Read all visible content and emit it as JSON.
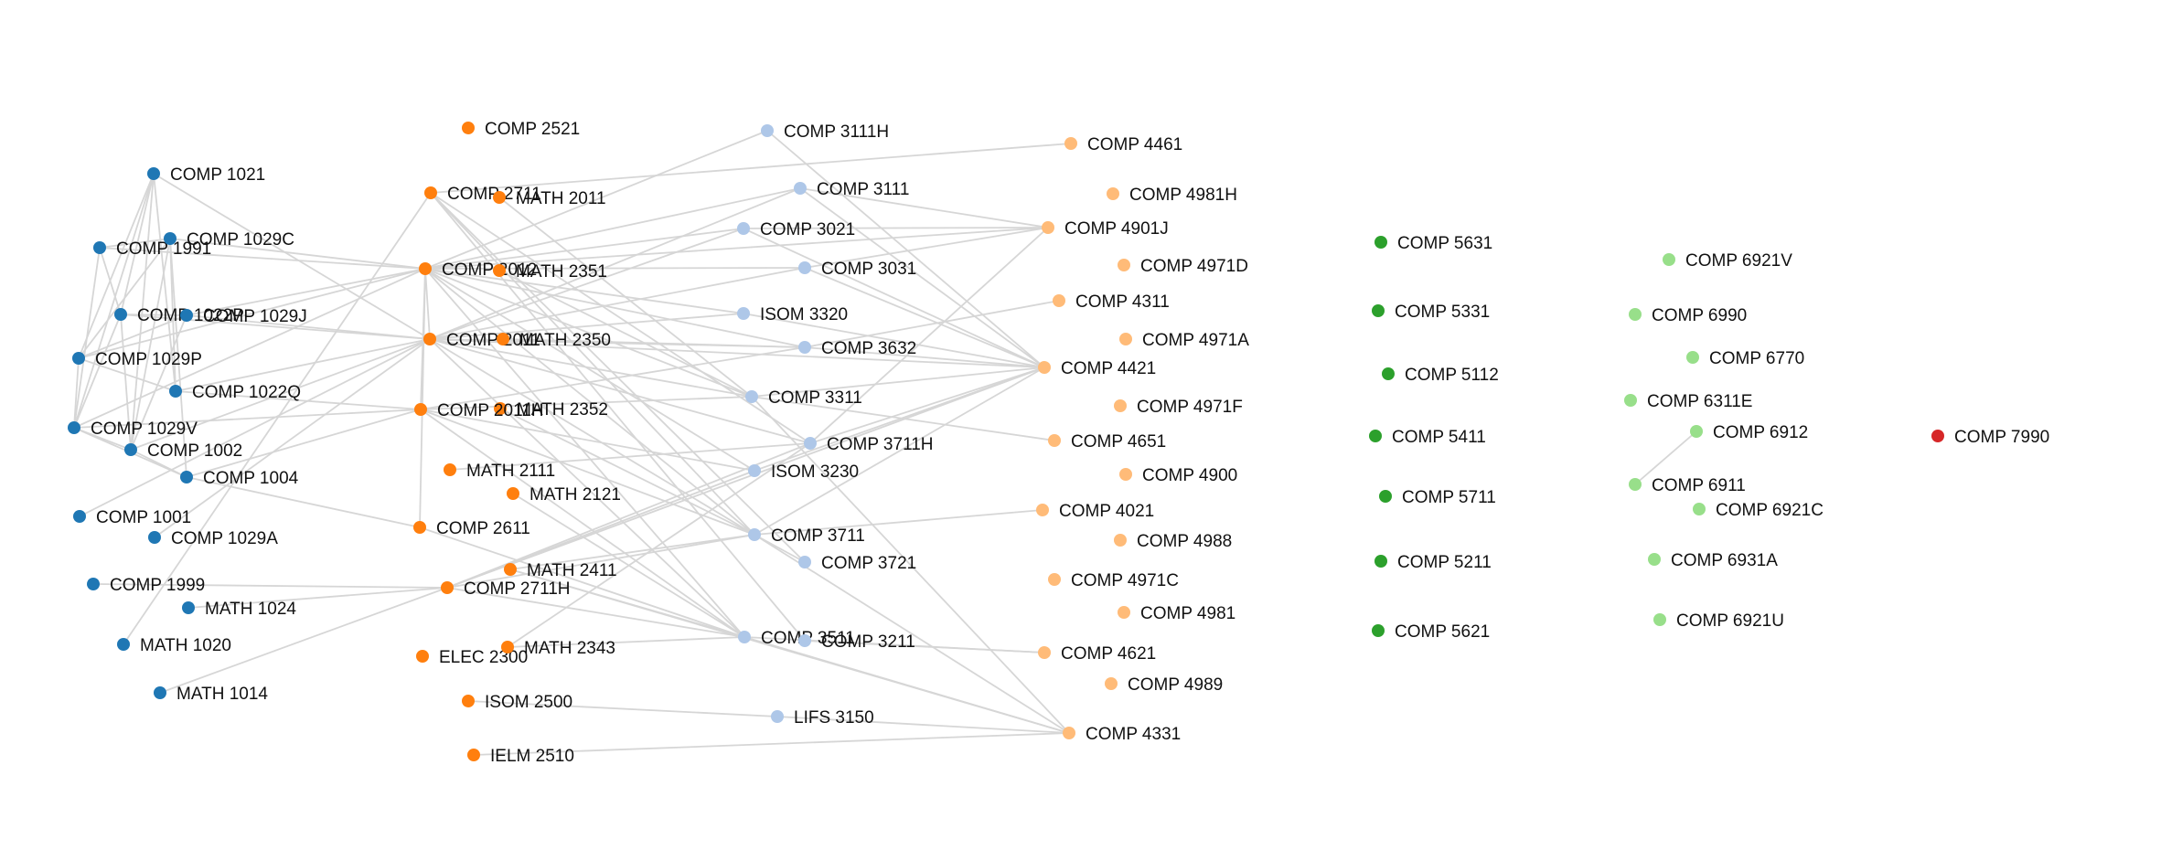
{
  "colors": {
    "level1": "#1f77b4",
    "level2": "#ff7f0e",
    "level3": "#aec7e8",
    "level4": "#ffbb78",
    "level5": "#2ca02c",
    "level6": "#98df8a",
    "level7": "#d62728",
    "edge": "#d6d6d6"
  },
  "nodes": [
    {
      "id": "COMP 1021",
      "group": "level1"
    },
    {
      "id": "COMP 1991",
      "group": "level1"
    },
    {
      "id": "COMP 1029C",
      "group": "level1"
    },
    {
      "id": "COMP 1022P",
      "group": "level1"
    },
    {
      "id": "COMP 1029J",
      "group": "level1"
    },
    {
      "id": "COMP 1029P",
      "group": "level1"
    },
    {
      "id": "COMP 1022Q",
      "group": "level1"
    },
    {
      "id": "COMP 1029V",
      "group": "level1"
    },
    {
      "id": "COMP 1002",
      "group": "level1"
    },
    {
      "id": "COMP 1004",
      "group": "level1"
    },
    {
      "id": "COMP 1001",
      "group": "level1"
    },
    {
      "id": "COMP 1029A",
      "group": "level1"
    },
    {
      "id": "COMP 1999",
      "group": "level1"
    },
    {
      "id": "MATH 1024",
      "group": "level1"
    },
    {
      "id": "MATH 1020",
      "group": "level1"
    },
    {
      "id": "MATH 1014",
      "group": "level1"
    },
    {
      "id": "COMP 2521",
      "group": "level2"
    },
    {
      "id": "COMP 2711",
      "group": "level2"
    },
    {
      "id": "MATH 2011",
      "group": "level2"
    },
    {
      "id": "COMP 2012",
      "group": "level2"
    },
    {
      "id": "MATH 2351",
      "group": "level2"
    },
    {
      "id": "COMP 2011",
      "group": "level2"
    },
    {
      "id": "MATH 2350",
      "group": "level2"
    },
    {
      "id": "COMP 2611",
      "group": "level2"
    },
    {
      "id": "MATH 2352",
      "group": "level2"
    },
    {
      "id": "MATH 2111",
      "group": "level2"
    },
    {
      "id": "MATH 2121",
      "group": "level2"
    },
    {
      "id": "COMP 2011H",
      "group": "level2"
    },
    {
      "id": "MATH 2411",
      "group": "level2"
    },
    {
      "id": "COMP 2711H",
      "group": "level2"
    },
    {
      "id": "ELEC 2300",
      "group": "level2"
    },
    {
      "id": "MATH 2343",
      "group": "level2"
    },
    {
      "id": "ISOM 2500",
      "group": "level2"
    },
    {
      "id": "IELM 2510",
      "group": "level2"
    },
    {
      "id": "COMP 3111H",
      "group": "level3"
    },
    {
      "id": "COMP 3111",
      "group": "level3"
    },
    {
      "id": "COMP 3021",
      "group": "level3"
    },
    {
      "id": "COMP 3031",
      "group": "level3"
    },
    {
      "id": "ISOM 3320",
      "group": "level3"
    },
    {
      "id": "COMP 3632",
      "group": "level3"
    },
    {
      "id": "COMP 3311",
      "group": "level3"
    },
    {
      "id": "COMP 3711H",
      "group": "level3"
    },
    {
      "id": "ISOM 3230",
      "group": "level3"
    },
    {
      "id": "COMP 3711",
      "group": "level3"
    },
    {
      "id": "COMP 3721",
      "group": "level3"
    },
    {
      "id": "COMP 3511",
      "group": "level3"
    },
    {
      "id": "COMP 3211",
      "group": "level3"
    },
    {
      "id": "LIFS 3150",
      "group": "level3"
    },
    {
      "id": "COMP 4461",
      "group": "level4"
    },
    {
      "id": "COMP 4981H",
      "group": "level4"
    },
    {
      "id": "COMP 4901J",
      "group": "level4"
    },
    {
      "id": "COMP 4971D",
      "group": "level4"
    },
    {
      "id": "COMP 4311",
      "group": "level4"
    },
    {
      "id": "COMP 4971A",
      "group": "level4"
    },
    {
      "id": "COMP 4421",
      "group": "level4"
    },
    {
      "id": "COMP 4971F",
      "group": "level4"
    },
    {
      "id": "COMP 4651",
      "group": "level4"
    },
    {
      "id": "COMP 4900",
      "group": "level4"
    },
    {
      "id": "COMP 4021",
      "group": "level4"
    },
    {
      "id": "COMP 4988",
      "group": "level4"
    },
    {
      "id": "COMP 4971C",
      "group": "level4"
    },
    {
      "id": "COMP 4981",
      "group": "level4"
    },
    {
      "id": "COMP 4621",
      "group": "level4"
    },
    {
      "id": "COMP 4989",
      "group": "level4"
    },
    {
      "id": "COMP 4331",
      "group": "level4"
    },
    {
      "id": "COMP 5631",
      "group": "level5"
    },
    {
      "id": "COMP 5331",
      "group": "level5"
    },
    {
      "id": "COMP 5112",
      "group": "level5"
    },
    {
      "id": "COMP 5411",
      "group": "level5"
    },
    {
      "id": "COMP 5711",
      "group": "level5"
    },
    {
      "id": "COMP 5211",
      "group": "level5"
    },
    {
      "id": "COMP 5621",
      "group": "level5"
    },
    {
      "id": "COMP 6921V",
      "group": "level6"
    },
    {
      "id": "COMP 6990",
      "group": "level6"
    },
    {
      "id": "COMP 6770",
      "group": "level6"
    },
    {
      "id": "COMP 6311E",
      "group": "level6"
    },
    {
      "id": "COMP 6912",
      "group": "level6"
    },
    {
      "id": "COMP 6911",
      "group": "level6"
    },
    {
      "id": "COMP 6921C",
      "group": "level6"
    },
    {
      "id": "COMP 6931A",
      "group": "level6"
    },
    {
      "id": "COMP 6921U",
      "group": "level6"
    },
    {
      "id": "COMP 7990",
      "group": "level7"
    }
  ],
  "links": [
    [
      "COMP 1021",
      "COMP 1029V"
    ],
    [
      "COMP 1021",
      "COMP 1029P"
    ],
    [
      "COMP 1021",
      "COMP 1022Q"
    ],
    [
      "COMP 1021",
      "COMP 1002"
    ],
    [
      "COMP 1021",
      "COMP 1022P"
    ],
    [
      "COMP 1991",
      "COMP 1029C"
    ],
    [
      "COMP 1991",
      "COMP 1029V"
    ],
    [
      "COMP 1991",
      "COMP 1022P"
    ],
    [
      "COMP 1029C",
      "COMP 1029P"
    ],
    [
      "COMP 1029C",
      "COMP 1002"
    ],
    [
      "COMP 1029C",
      "COMP 1022Q"
    ],
    [
      "COMP 1029C",
      "COMP 1004"
    ],
    [
      "COMP 1022P",
      "COMP 1029J"
    ],
    [
      "COMP 1022P",
      "COMP 1029V"
    ],
    [
      "COMP 1022P",
      "COMP 1002"
    ],
    [
      "COMP 1029J",
      "COMP 1002"
    ],
    [
      "COMP 1029J",
      "COMP 1029P"
    ],
    [
      "COMP 1029P",
      "COMP 1029V"
    ],
    [
      "COMP 1029P",
      "COMP 1022Q"
    ],
    [
      "COMP 1029V",
      "COMP 1002"
    ],
    [
      "COMP 1029V",
      "COMP 1004"
    ],
    [
      "COMP 1002",
      "COMP 1004"
    ],
    [
      "COMP 1029C",
      "COMP 2012"
    ],
    [
      "COMP 1022P",
      "COMP 2011"
    ],
    [
      "COMP 1029J",
      "COMP 2011"
    ],
    [
      "COMP 1022Q",
      "COMP 2011"
    ],
    [
      "COMP 1021",
      "COMP 2011"
    ],
    [
      "COMP 1029V",
      "COMP 2012"
    ],
    [
      "COMP 1002",
      "COMP 2011"
    ],
    [
      "COMP 1004",
      "COMP 2011H"
    ],
    [
      "COMP 1004",
      "COMP 2611"
    ],
    [
      "COMP 1029J",
      "COMP 2012"
    ],
    [
      "COMP 1029P",
      "COMP 2012"
    ],
    [
      "COMP 1022Q",
      "COMP 2011H"
    ],
    [
      "COMP 1001",
      "COMP 2011"
    ],
    [
      "COMP 1029A",
      "COMP 2011"
    ],
    [
      "COMP 1999",
      "COMP 2711H"
    ],
    [
      "MATH 1024",
      "COMP 2711H"
    ],
    [
      "MATH 1014",
      "COMP 2711H"
    ],
    [
      "MATH 1020",
      "COMP 2711"
    ],
    [
      "COMP 1029V",
      "COMP 2011H"
    ],
    [
      "COMP 1991",
      "COMP 2012"
    ],
    [
      "COMP 2711",
      "COMP 3711"
    ],
    [
      "COMP 2711",
      "COMP 3721"
    ],
    [
      "COMP 2711",
      "COMP 3211"
    ],
    [
      "COMP 2711",
      "COMP 3711H"
    ],
    [
      "COMP 2012",
      "COMP 3111H"
    ],
    [
      "COMP 2012",
      "COMP 3111"
    ],
    [
      "COMP 2012",
      "COMP 3021"
    ],
    [
      "COMP 2012",
      "COMP 3031"
    ],
    [
      "COMP 2012",
      "ISOM 3320"
    ],
    [
      "COMP 2012",
      "COMP 3311"
    ],
    [
      "COMP 2012",
      "COMP 3711"
    ],
    [
      "COMP 2012",
      "COMP 3632"
    ],
    [
      "COMP 2012",
      "COMP 3511"
    ],
    [
      "COMP 2012",
      "ISOM 3230"
    ],
    [
      "COMP 2012",
      "COMP 2011"
    ],
    [
      "COMP 2012",
      "COMP 2011H"
    ],
    [
      "COMP 2012",
      "COMP 2611"
    ],
    [
      "COMP 2011",
      "COMP 3021"
    ],
    [
      "COMP 2011",
      "COMP 3311"
    ],
    [
      "COMP 2011",
      "COMP 3711H"
    ],
    [
      "COMP 2011",
      "COMP 3511"
    ],
    [
      "COMP 2011",
      "COMP 3632"
    ],
    [
      "COMP 2011",
      "COMP 3031"
    ],
    [
      "COMP 2011",
      "ISOM 3320"
    ],
    [
      "COMP 2011",
      "COMP 3711"
    ],
    [
      "COMP 2011",
      "COMP 3111"
    ],
    [
      "COMP 2011H",
      "COMP 3311"
    ],
    [
      "COMP 2011H",
      "COMP 3511"
    ],
    [
      "COMP 2011H",
      "ISOM 3230"
    ],
    [
      "COMP 2011H",
      "COMP 3711"
    ],
    [
      "COMP 2011H",
      "COMP 3632"
    ],
    [
      "COMP 2611",
      "COMP 3511"
    ],
    [
      "COMP 2711H",
      "COMP 3711"
    ],
    [
      "COMP 2711H",
      "COMP 3511"
    ],
    [
      "COMP 2711H",
      "COMP 3711H"
    ],
    [
      "COMP 2711H",
      "ISOM 3230"
    ],
    [
      "MATH 2411",
      "COMP 3511"
    ],
    [
      "MATH 2411",
      "COMP 3711"
    ],
    [
      "MATH 2343",
      "COMP 3711H"
    ],
    [
      "MATH 2343",
      "COMP 3511"
    ],
    [
      "MATH 2352",
      "COMP 3711"
    ],
    [
      "MATH 2350",
      "COMP 3632"
    ],
    [
      "MATH 2351",
      "COMP 3311"
    ],
    [
      "MATH 2121",
      "COMP 3511"
    ],
    [
      "ISOM 2500",
      "LIFS 3150"
    ],
    [
      "MATH 2011",
      "COMP 3311"
    ],
    [
      "MATH 2111",
      "COMP 3711H"
    ],
    [
      "COMP 3111H",
      "COMP 4421"
    ],
    [
      "COMP 3111",
      "COMP 4421"
    ],
    [
      "COMP 3021",
      "COMP 4901J"
    ],
    [
      "COMP 3021",
      "COMP 4421"
    ],
    [
      "COMP 3031",
      "COMP 4901J"
    ],
    [
      "ISOM 3320",
      "COMP 4421"
    ],
    [
      "COMP 3632",
      "COMP 4421"
    ],
    [
      "COMP 3632",
      "COMP 4311"
    ],
    [
      "COMP 3311",
      "COMP 4421"
    ],
    [
      "COMP 3311",
      "COMP 4651"
    ],
    [
      "COMP 3711H",
      "COMP 4901J"
    ],
    [
      "COMP 3711H",
      "COMP 4421"
    ],
    [
      "ISOM 3230",
      "COMP 4421"
    ],
    [
      "COMP 3711",
      "COMP 4421"
    ],
    [
      "COMP 3711",
      "COMP 4021"
    ],
    [
      "COMP 3511",
      "COMP 4621"
    ],
    [
      "COMP 3511",
      "COMP 4331"
    ],
    [
      "COMP 3211",
      "COMP 4621"
    ],
    [
      "LIFS 3150",
      "COMP 4331"
    ],
    [
      "COMP 3721",
      "COMP 3711"
    ],
    [
      "COMP 2711",
      "COMP 4461"
    ],
    [
      "COMP 2012",
      "COMP 4901J"
    ],
    [
      "COMP 2011",
      "COMP 4421"
    ],
    [
      "COMP 2711H",
      "COMP 4421"
    ],
    [
      "MATH 2411",
      "COMP 4331"
    ],
    [
      "IELM 2510",
      "COMP 4331"
    ],
    [
      "COMP 3311",
      "COMP 4331"
    ],
    [
      "COMP 3711",
      "COMP 4331"
    ],
    [
      "COMP 3031",
      "COMP 4421"
    ],
    [
      "COMP 3111",
      "COMP 4901J"
    ],
    [
      "COMP 6912",
      "COMP 6911"
    ]
  ]
}
